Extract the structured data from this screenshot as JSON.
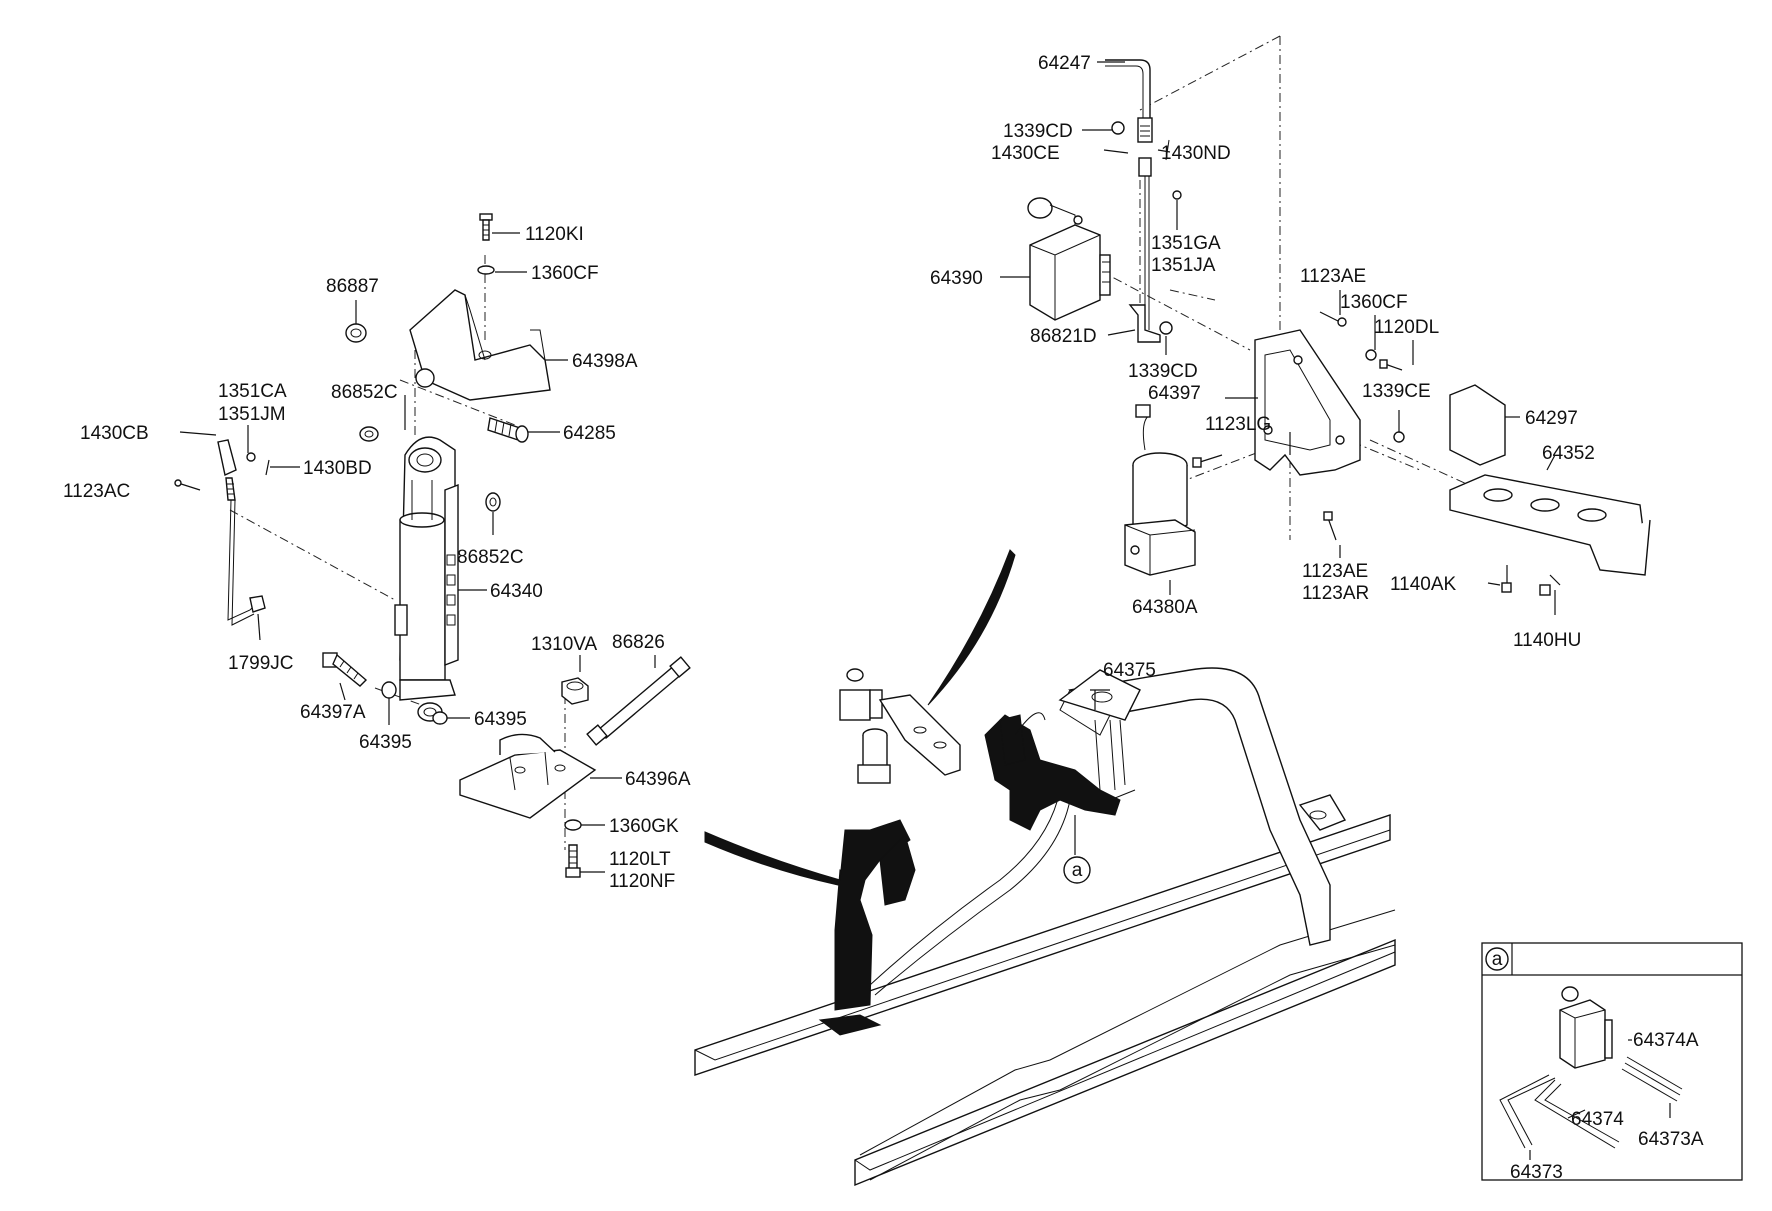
{
  "labels": {
    "p64247": "64247",
    "p1339CD_a": "1339CD",
    "p1430CE": "1430CE",
    "p1430ND": "1430ND",
    "p1351GA": "1351GA",
    "p1351JA": "1351JA",
    "p64390": "64390",
    "p86821D": "86821D",
    "p1339CD_b": "1339CD",
    "p64397": "64397",
    "p1123LG": "1123LG",
    "p1123AE_a": "1123AE",
    "p1360CF_a": "1360CF",
    "p1120DL": "1120DL",
    "p1339CE": "1339CE",
    "p64297": "64297",
    "p64352": "64352",
    "p1123AE_b": "1123AE",
    "p1123AR": "1123AR",
    "p1140AK": "1140AK",
    "p1140HU": "1140HU",
    "p64380A": "64380A",
    "p64375": "64375",
    "p1120KI": "1120KI",
    "p1360CF_b": "1360CF",
    "p86887": "86887",
    "p64398A": "64398A",
    "p86852C_a": "86852C",
    "p64285": "64285",
    "p1351CA": "1351CA",
    "p1351JM": "1351JM",
    "p1430CB": "1430CB",
    "p1430BD": "1430BD",
    "p1123AC": "1123AC",
    "p86852C_b": "86852C",
    "p64340": "64340",
    "p1799JC": "1799JC",
    "p1310VA": "1310VA",
    "p86826": "86826",
    "p64397A": "64397A",
    "p64395_a": "64395",
    "p64395_b": "64395",
    "p64396A": "64396A",
    "p1360GK": "1360GK",
    "p1120LT": "1120LT",
    "p1120NF": "1120NF",
    "ref_a": "a"
  },
  "inset": {
    "ref": "a",
    "p64374A": "64374A",
    "p64374": "64374",
    "p64373A": "64373A",
    "p64373": "64373"
  }
}
